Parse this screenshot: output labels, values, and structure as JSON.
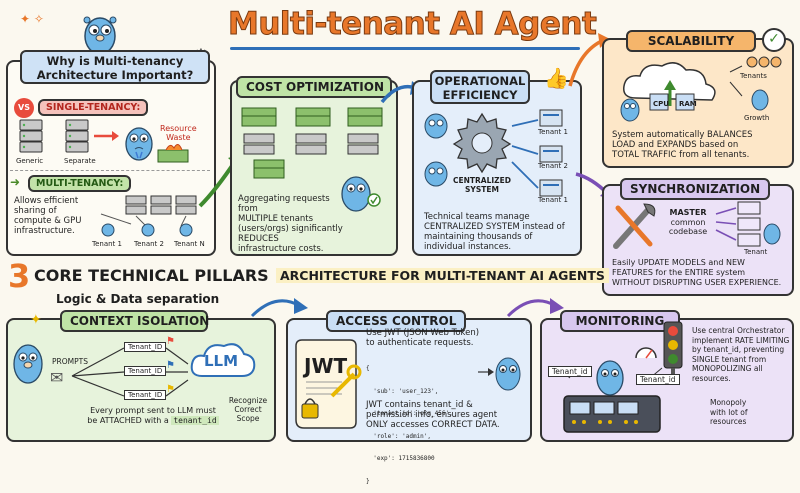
{
  "title": "Multi-tenant AI Agent",
  "why": {
    "heading_line1": "Why is Multi-tenancy",
    "heading_line2": "Architecture Important?",
    "vs": "VS",
    "single_label": "SINGLE-TENANCY:",
    "generic": "Generic",
    "separate": "Separate",
    "resource_waste_line1": "Resource",
    "resource_waste_line2": "Waste",
    "multi_label": "MULTI-TENANCY:",
    "multi_desc": [
      "Allows efficient",
      "sharing of",
      "compute & GPU",
      "infrastructure."
    ],
    "tenants": [
      "Tenant 1",
      "Tenant 2",
      "Tenant N"
    ]
  },
  "cost": {
    "heading": "COST OPTIMIZATION",
    "desc": [
      "Aggregating requests from",
      "MULTIPLE tenants",
      "(users/orgs) significantly",
      "REDUCES",
      "infrastructure costs."
    ]
  },
  "ops": {
    "heading_line1": "OPERATIONAL",
    "heading_line2": "EFFICIENCY",
    "centralized_line1": "CENTRALIZED",
    "centralized_line2": "SYSTEM",
    "tenants": [
      "Tenant 1",
      "Tenant 2",
      "Tenant 1"
    ],
    "desc": [
      "Technical teams manage",
      "CENTRALIZED SYSTEM instead of",
      "maintaining thousands of",
      "individual instances."
    ]
  },
  "scal": {
    "heading": "SCALABILITY",
    "cpu": "CPU",
    "ram": "RAM",
    "tenants": "Tenants",
    "growth": "Growth",
    "desc": [
      "System automatically BALANCES",
      "LOAD and EXPANDS based on",
      "TOTAL TRAFFIC from all tenants."
    ]
  },
  "sync": {
    "heading": "Synchronization",
    "master": [
      "MASTER",
      "common",
      "codebase"
    ],
    "tenant": "Tenant",
    "desc": [
      "Easily UPDATE MODELS and NEW",
      "FEATURES for the ENTIRE system",
      "WITHOUT DISRUPTING USER EXPERIENCE."
    ]
  },
  "pillars": {
    "number": "3",
    "heading": "CORE TECHNICAL PILLARS",
    "subheading": "ARCHITECTURE FOR MULTI-TENANT AI AGENTS"
  },
  "context": {
    "logic": "Logic & Data separation",
    "heading": "CONTEXT ISOLATION",
    "prompts": "PROMPTS",
    "tenant_id": "Tenant_ID",
    "llm": "LLM",
    "recognize": [
      "Recognize",
      "Correct",
      "Scope"
    ],
    "desc_line1": "Every prompt sent to LLM must",
    "desc_line2_pre": "be ATTACHED with a ",
    "desc_line2_code": "tenant_id"
  },
  "access": {
    "heading": "ACCESS CONTROL",
    "jwt": "JWT",
    "desc_top": [
      "Use JWT (JSON Web Token)",
      "to authenticate requests."
    ],
    "code": [
      "{",
      "  'sub': 'user_123',",
      "  'tenant_id':'org_456',",
      "  'role': 'admin',",
      "  'exp': 1715836800",
      "}"
    ],
    "desc_bottom": [
      "JWT contains tenant_id &",
      "permission info, ensures agent",
      "ONLY accesses CORRECT DATA."
    ]
  },
  "mon": {
    "heading": "MONITORING",
    "desc": [
      "Use central Orchestrator",
      "implement RATE LIMITING",
      "by tenant_id, preventing",
      "SINGLE tenant from",
      "MONOPOLIZING all",
      "resources."
    ],
    "tenant_id": "Tenant_id",
    "note": [
      "Monopoly",
      "with lot of",
      "resources"
    ]
  },
  "colors": {
    "title_orange": "#e8772a",
    "title_blue": "#2f6fb7",
    "green": "#bfe3a6",
    "yellow": "#f6df7c",
    "orange": "#f5b56b",
    "purple": "#d8c7ef",
    "blue": "#c9def5",
    "red": "#e84b3c"
  }
}
